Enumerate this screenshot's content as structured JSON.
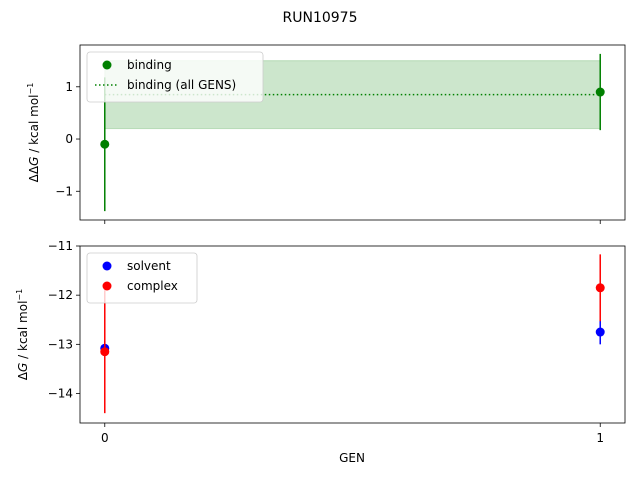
{
  "chart_data": {
    "title": "RUN10975",
    "xlabel": "GEN",
    "xticks": [
      "0",
      "1"
    ],
    "panels": [
      {
        "type": "scatter",
        "ylabel_prefix": "ΔΔ",
        "ylabel_var": "G",
        "ylabel_unit": " / kcal mol",
        "ylabel_sup": "−1",
        "yticks": [
          "−1",
          "0",
          "1"
        ],
        "ylim": [
          -1.55,
          1.8
        ],
        "xlim": [
          -0.05,
          1.05
        ],
        "legend": {
          "position": "upper-left",
          "entries": [
            "binding",
            "binding (all GENS)"
          ]
        },
        "series": [
          {
            "name": "binding",
            "color": "#008000",
            "x": [
              0,
              1
            ],
            "y": [
              -0.1,
              0.9
            ],
            "yerr": [
              1.28,
              0.73
            ]
          }
        ],
        "band": {
          "name": "binding (all GENS)",
          "color": "#008000",
          "value": 0.85,
          "lower": 0.2,
          "upper": 1.5,
          "x": [
            0,
            1
          ]
        }
      },
      {
        "type": "scatter",
        "ylabel_prefix": "Δ",
        "ylabel_var": "G",
        "ylabel_unit": " / kcal mol",
        "ylabel_sup": "−1",
        "yticks": [
          "−14",
          "−13",
          "−12",
          "−11"
        ],
        "ylim": [
          -14.6,
          -11.0
        ],
        "xlim": [
          -0.05,
          1.05
        ],
        "legend": {
          "position": "upper-left",
          "entries": [
            "solvent",
            "complex"
          ]
        },
        "series": [
          {
            "name": "solvent",
            "color": "#0000ff",
            "x": [
              0,
              1
            ],
            "y": [
              -13.08,
              -12.75
            ],
            "yerr": [
              0.15,
              0.25
            ]
          },
          {
            "name": "complex",
            "color": "#ff0000",
            "x": [
              0,
              1
            ],
            "y": [
              -13.15,
              -11.85
            ],
            "yerr": [
              1.25,
              0.68
            ]
          }
        ]
      }
    ]
  }
}
